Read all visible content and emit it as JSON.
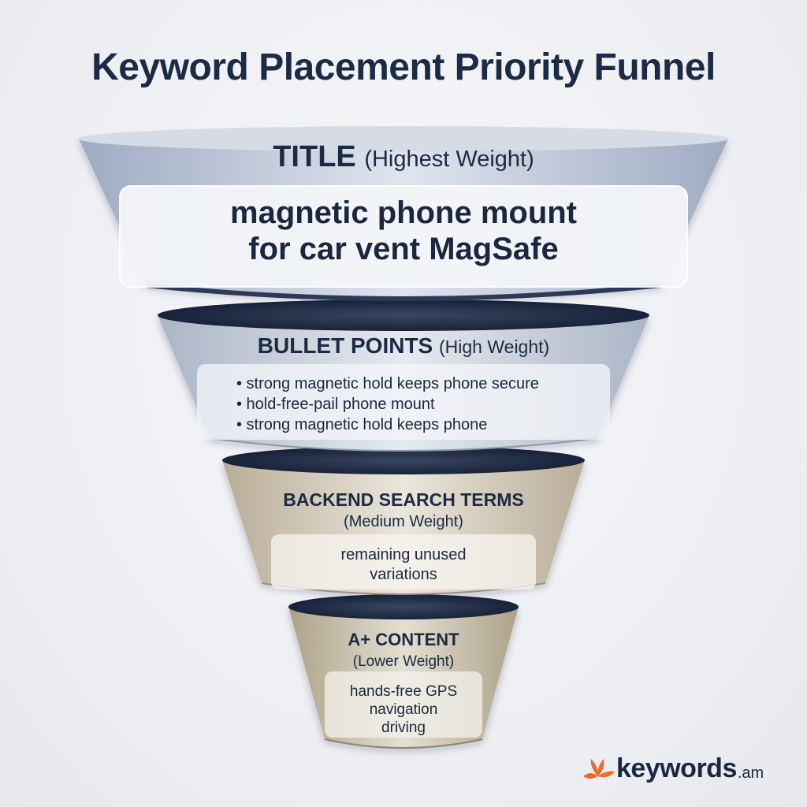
{
  "title": "Keyword Placement Priority Funnel",
  "stages": [
    {
      "heading": "TITLE",
      "weight": "(Highest Weight)",
      "content_lines": [
        "magnetic phone mount",
        "for car vent MagSafe"
      ]
    },
    {
      "heading": "BULLET POINTS",
      "weight": "(High Weight)",
      "content_lines": [
        "• strong magnetic hold keeps phone secure",
        "• hold-free-pail phone mount",
        "• strong magnetic hold keeps phone"
      ]
    },
    {
      "heading": "BACKEND SEARCH TERMS",
      "weight": "(Medium Weight)",
      "content_lines": [
        "remaining unused",
        "variations"
      ]
    },
    {
      "heading": "A+ CONTENT",
      "weight": "(Lower Weight)",
      "content_lines": [
        "hands-free GPS",
        "navigation",
        "driving"
      ]
    }
  ],
  "brand": {
    "name": "keywords",
    "tld": ".am",
    "logo_icon": "orange-leaf-burst-icon"
  },
  "colors": {
    "title_text": "#1b2a45",
    "stage1_fill": "#b9c4d6",
    "stage2_fill": "#c8d0dc",
    "stage3_fill": "#d8d1c1",
    "stage4_fill": "#cfc8b4",
    "logo_orange": "#ee6a2c"
  }
}
